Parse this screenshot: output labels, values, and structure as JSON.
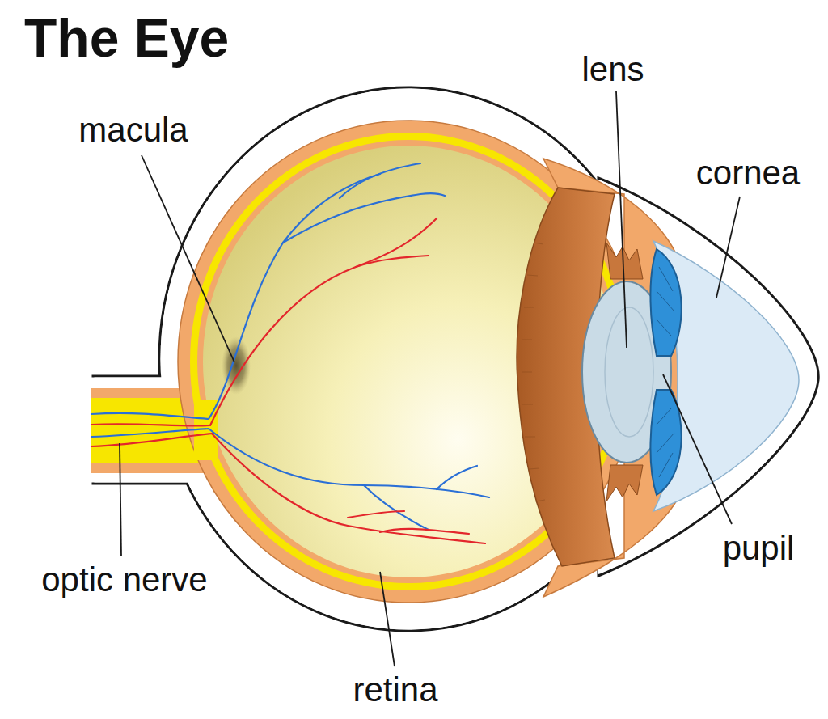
{
  "diagram": {
    "title": "The Eye",
    "labels": [
      "lens",
      "macula",
      "cornea",
      "pupil",
      "optic nerve",
      "retina"
    ]
  }
}
